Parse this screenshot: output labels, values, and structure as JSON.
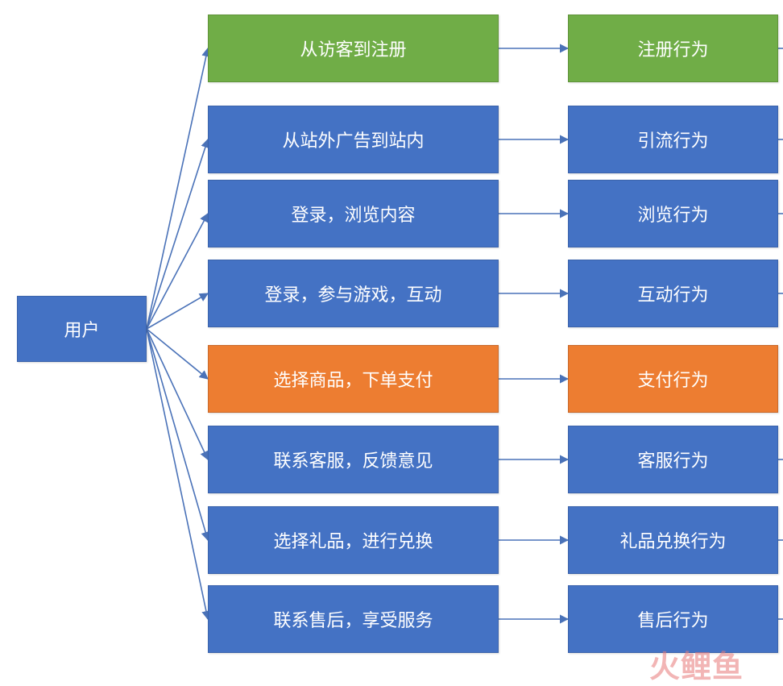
{
  "root": {
    "label": "用户"
  },
  "rows": [
    {
      "source": "从访客到注册",
      "behavior": "注册行为",
      "color": "#70ad47"
    },
    {
      "source": "从站外广告到站内",
      "behavior": "引流行为",
      "color": "#4472c4"
    },
    {
      "source": "登录，浏览内容",
      "behavior": "浏览行为",
      "color": "#4472c4"
    },
    {
      "source": "登录，参与游戏，互动",
      "behavior": "互动行为",
      "color": "#4472c4"
    },
    {
      "source": "选择商品，下单支付",
      "behavior": "支付行为",
      "color": "#ed7d31"
    },
    {
      "source": "联系客服，反馈意见",
      "behavior": "客服行为",
      "color": "#4472c4"
    },
    {
      "source": "选择礼品，进行兑换",
      "behavior": "礼品兑换行为",
      "color": "#4472c4"
    },
    {
      "source": "联系售后，享受服务",
      "behavior": "售后行为",
      "color": "#4472c4"
    }
  ],
  "colors": {
    "node": "#4472c4",
    "edge": "#4a72b8"
  },
  "watermark": {
    "text": "火鲤鱼"
  }
}
